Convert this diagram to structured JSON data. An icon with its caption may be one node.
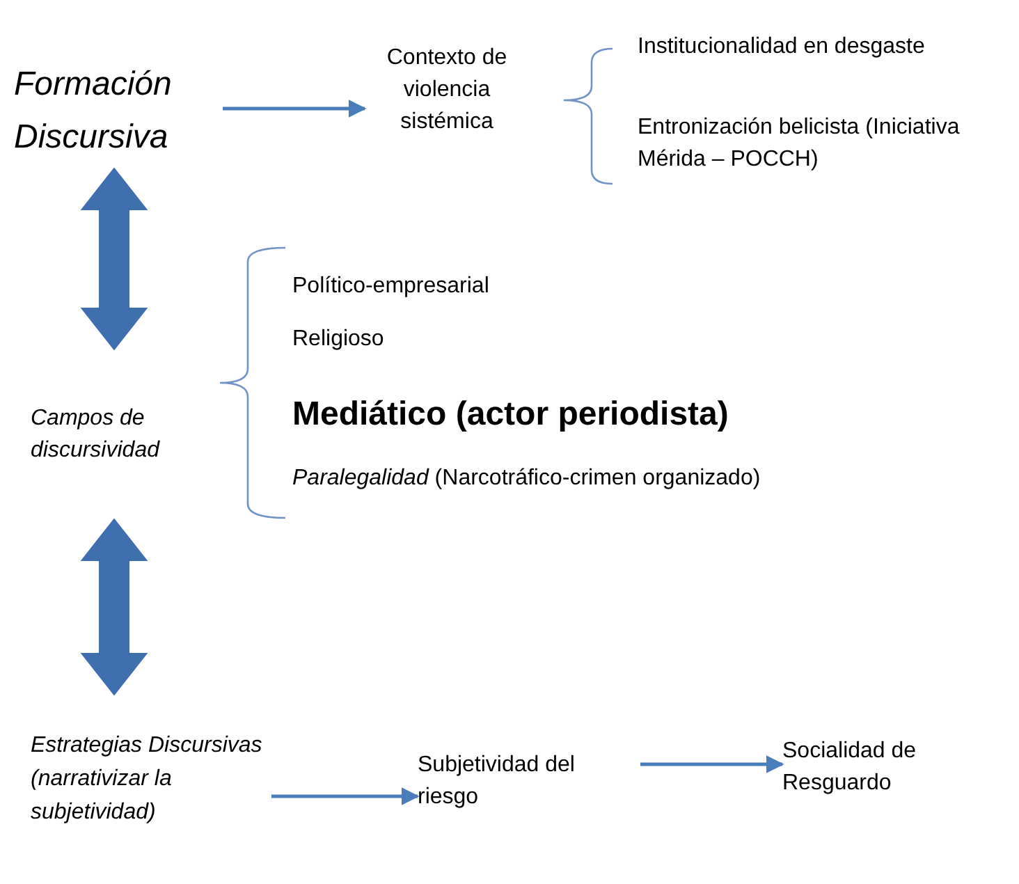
{
  "diagram": {
    "nodes": [
      {
        "text": [
          "Formación Discursiva"
        ]
      },
      {
        "text": [
          "Contexto de violencia sistémica"
        ]
      },
      {
        "text": [
          "Institucionalidad en desgaste"
        ]
      },
      {
        "text": [
          "Entronización belicista (Iniciativa Mérida – POCCH)"
        ]
      },
      {
        "text": [
          "Campos de discursividad"
        ]
      },
      {
        "text": [
          "Político-empresarial"
        ]
      },
      {
        "text": [
          "Religioso"
        ]
      },
      {
        "text": [
          "Mediático (actor periodista)"
        ]
      },
      {
        "text": [
          "*Paralegalidad* (Narcotráfico-crimen organizado)"
        ]
      },
      {
        "text": [
          "Estrategias Discursivas (narrativizar la subjetividad)"
        ]
      },
      {
        "text": [
          "Subjetividad del riesgo"
        ]
      },
      {
        "text": [
          "Socialidad de Resguardo"
        ]
      }
    ],
    "edges": [
      {
        "from": 0,
        "to": 1,
        "arrow": "to"
      },
      {
        "from": 0,
        "to": 4,
        "arrow": "both",
        "style": "thick"
      },
      {
        "from": 4,
        "to": 9,
        "arrow": "both",
        "style": "thick"
      },
      {
        "from": 9,
        "to": 10,
        "arrow": "to"
      },
      {
        "from": 10,
        "to": 11,
        "arrow": "to"
      }
    ]
  }
}
